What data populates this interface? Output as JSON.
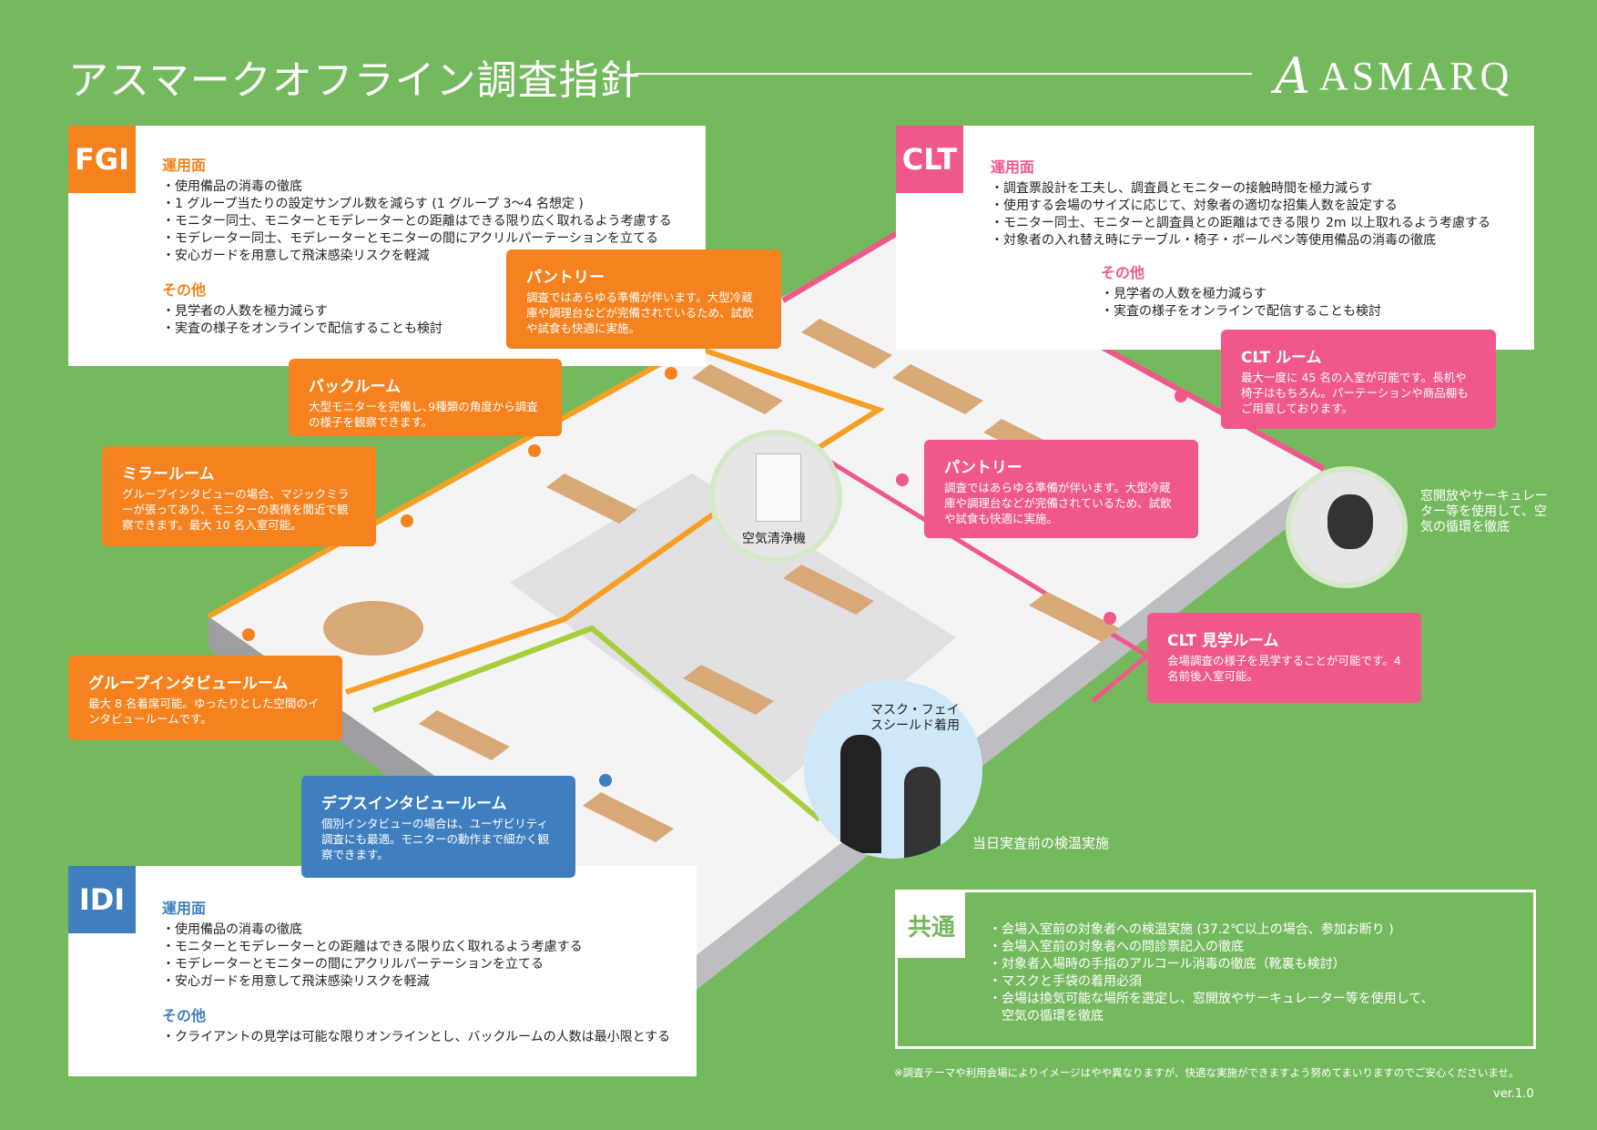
{
  "header": {
    "title": "アスマークオフライン調査指針",
    "logo": "ASMARQ",
    "logo_mark": "A"
  },
  "colors": {
    "background": "#75b95f",
    "fgi": "#f5821f",
    "clt": "#f0588a",
    "idi": "#3f7fbf"
  },
  "fgi": {
    "tag": "FGI",
    "ops_heading": "運用面",
    "ops": [
      "使用備品の消毒の徹底",
      "1 グループ当たりの設定サンプル数を減らす (1 グループ 3～4 名想定 )",
      "モニター同士、モニターとモデレーターとの距離はできる限り広く取れるよう考慮する",
      "モデレーター同士、モデレーターとモニターの間にアクリルパーテーションを立てる",
      "安心ガードを用意して飛沫感染リスクを軽減"
    ],
    "other_heading": "その他",
    "other": [
      "見学者の人数を極力減らす",
      "実査の様子をオンラインで配信することも検討"
    ]
  },
  "clt": {
    "tag": "CLT",
    "ops_heading": "運用面",
    "ops": [
      "調査票設計を工夫し、調査員とモニターの接触時間を極力減らす",
      "使用する会場のサイズに応じて、対象者の適切な招集人数を設定する",
      "モニター同士、モニターと調査員との距離はできる限り 2m 以上取れるよう考慮する",
      "対象者の入れ替え時にテーブル・椅子・ボールペン等使用備品の消毒の徹底"
    ],
    "other_heading": "その他",
    "other": [
      "見学者の人数を極力減らす",
      "実査の様子をオンラインで配信することも検討"
    ]
  },
  "idi": {
    "tag": "IDI",
    "ops_heading": "運用面",
    "ops": [
      "使用備品の消毒の徹底",
      "モニターとモデレーターとの距離はできる限り広く取れるよう考慮する",
      "モデレーターとモニターの間にアクリルパーテーションを立てる",
      "安心ガードを用意して飛沫感染リスクを軽減"
    ],
    "other_heading": "その他",
    "other": [
      "クライアントの見学は可能な限りオンラインとし、バックルームの人数は最小限とする"
    ]
  },
  "common": {
    "tag": "共通",
    "items": [
      "会場入室前の対象者への検温実施 (37.2℃以上の場合、参加お断り )",
      "会場入室前の対象者への問診票記入の徹底",
      "対象者入場時の手指のアルコール消毒の徹底（靴裏も検討）",
      "マスクと手袋の着用必須",
      "会場は換気可能な場所を選定し、窓開放やサーキュレーター等を使用して、",
      "空気の循環を徹底"
    ]
  },
  "callouts": {
    "pantry_fgi": {
      "title": "パントリー",
      "body": "調査ではあらゆる準備が伴います。大型冷蔵庫や調理台などが完備されているため、試飲や試食も快適に実施。"
    },
    "backroom": {
      "title": "バックルーム",
      "body": "大型モニターを完備し､9種類の角度から調査の様子を観察できます。"
    },
    "mirror": {
      "title": "ミラールーム",
      "body": "グループインタビューの場合、マジックミラーが張ってあり、モニターの表情を間近で観察できます。最大 10 名入室可能。"
    },
    "group": {
      "title": "グループインタビュールーム",
      "body": "最大 8 名着席可能。ゆったりとした空間のインタビュールームです。"
    },
    "depth": {
      "title": "デプスインタビュールーム",
      "body": "個別インタビューの場合は、ユーザビリティ調査にも最適。モニターの動作まで細かく観察できます。"
    },
    "clt_room": {
      "title": "CLT ルーム",
      "body": "最大一度に 45 名の入室が可能です。長机や椅子はもちろん。パーテーションや商品棚もご用意しております。"
    },
    "pantry_clt": {
      "title": "パントリー",
      "body": "調査ではあらゆる準備が伴います。大型冷蔵庫や調理台などが完備されているため、試飲や試食も快適に実施。"
    },
    "clt_observe": {
      "title": "CLT 見学ルーム",
      "body": "会場調査の様子を見学することが可能です。4 名前後入室可能。"
    }
  },
  "labels": {
    "air_purifier": "空気清浄機",
    "circulator": "窓開放やサーキュレーター等を使用して、空気の循環を徹底",
    "mask": "マスク・フェイスシールド着用",
    "temp_check": "当日実査前の検温実施"
  },
  "footer": {
    "note": "※調査テーマや利用会場によりイメージはやや異なりますが、快適な実施ができますよう努めてまいりますのでご安心くださいませ。",
    "version": "ver.1.0"
  }
}
